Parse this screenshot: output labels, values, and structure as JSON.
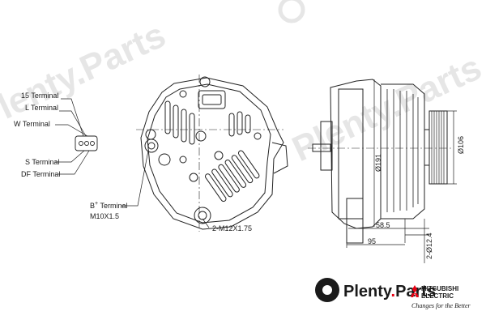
{
  "watermark": {
    "text": "Plenty.Parts"
  },
  "labels": {
    "t15": "15 Terminal",
    "tL": "L Terminal",
    "tW": "W Terminal",
    "tS": "S Terminal",
    "tDF": "DF Terminal",
    "bterm_b": "B",
    "bterm_plus": "+",
    "bterm_rest": " Terminal",
    "bthread": "M10X1.5",
    "mount_holes": "2-M12X1.75"
  },
  "dimensions": {
    "d191": "Ø191",
    "d106": "Ø106",
    "d58_5": "58.5",
    "d95": "95",
    "d12_4": "2-Ø12.4"
  },
  "branding": {
    "logo_text": "Plenty",
    "logo_dot": ".",
    "logo_parts": "Parts",
    "maker_line1": "MITSUBISHI",
    "maker_line2": "ELECTRIC",
    "tagline": "Changes for the Better",
    "accent": "#e60012"
  }
}
